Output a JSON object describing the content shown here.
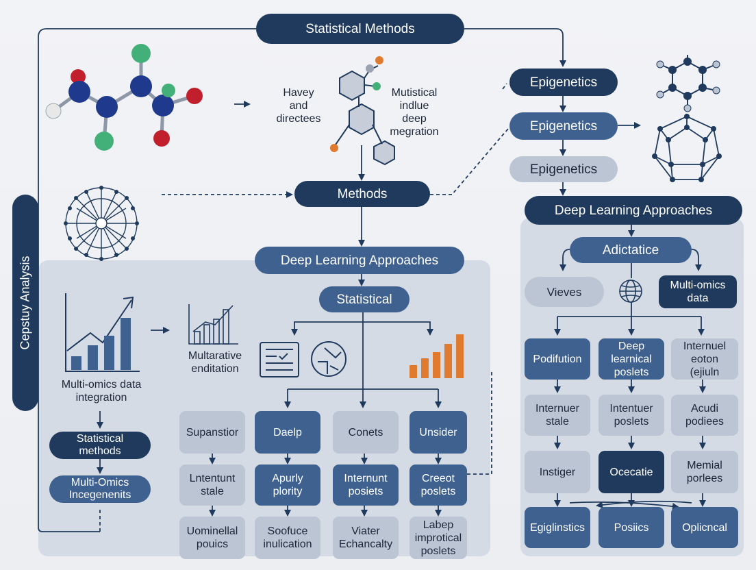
{
  "colors": {
    "navy": "#1f3a5c",
    "mid_blue": "#3f618f",
    "light_blue": "#bcc5d3",
    "panel": "#d5dbe5",
    "orange": "#e07a2e",
    "green": "#43b07a",
    "red": "#c21f2d"
  },
  "side": {
    "label": "Cepstuy Analysis"
  },
  "top": {
    "title": "Statistical Methods",
    "caption_left": "Havey\nand\ndirectees",
    "caption_right": "Mutistical\nindlue\ndeep\nmegration",
    "methods": "Methods",
    "dl": "Deep Learning Approaches",
    "statistical": "Statistical"
  },
  "right": {
    "epi1": "Epigenetics",
    "epi2": "Epigenetics",
    "epi3": "Epigenetics",
    "dl": "Deep Learning Approaches",
    "adict": "Adictatice",
    "vieves": "Vieves",
    "multi": "Multi-omics\ndata",
    "row1": [
      "Podifution",
      "Deep\nlearnical\nposlets",
      "Internuel\neoton\n(ejiuln"
    ],
    "row2": [
      "Internuer\nstale",
      "Intentuer\nposlets",
      "Acudi\npodiees"
    ],
    "row3": [
      "Instiger",
      "Ocecatie",
      "Memial\nporlees"
    ],
    "row4": [
      "Egiglinstics",
      "Posiics",
      "Oplicncal"
    ]
  },
  "left": {
    "chart_caption": "Multi-omics data\nintegration",
    "mini_caption": "Multarative\nenditation",
    "stat": "Statistical\nmethods",
    "multi": "Multi-Omics\nIncegenenits"
  },
  "grid": {
    "row1": [
      "Supanstior",
      "Daelp",
      "Conets",
      "Unsider"
    ],
    "row2": [
      "Lntentunt\nstale",
      "Apurly\nplority",
      "Internunt\nposiets",
      "Creeot\nposlets"
    ],
    "row3": [
      "Uominellal\npouics",
      "Soofuce\ninulication",
      "Viater\nEchancalty",
      "Labep\nimprotical\nposlets"
    ]
  },
  "icons": [
    "molecule-icon",
    "hexagon-molecule-icon",
    "network-sphere-icon",
    "bar-chart-icon",
    "mini-chart-icon",
    "document-icon",
    "process-circle-icon",
    "orange-bars-icon",
    "ring-molecule-icon",
    "polyhedron-icon",
    "globe-icon"
  ],
  "icon_data": {
    "orange_bars": [
      0.3,
      0.45,
      0.6,
      0.78,
      1.0
    ],
    "chart_bars": [
      0.25,
      0.45,
      0.62,
      0.95
    ]
  }
}
